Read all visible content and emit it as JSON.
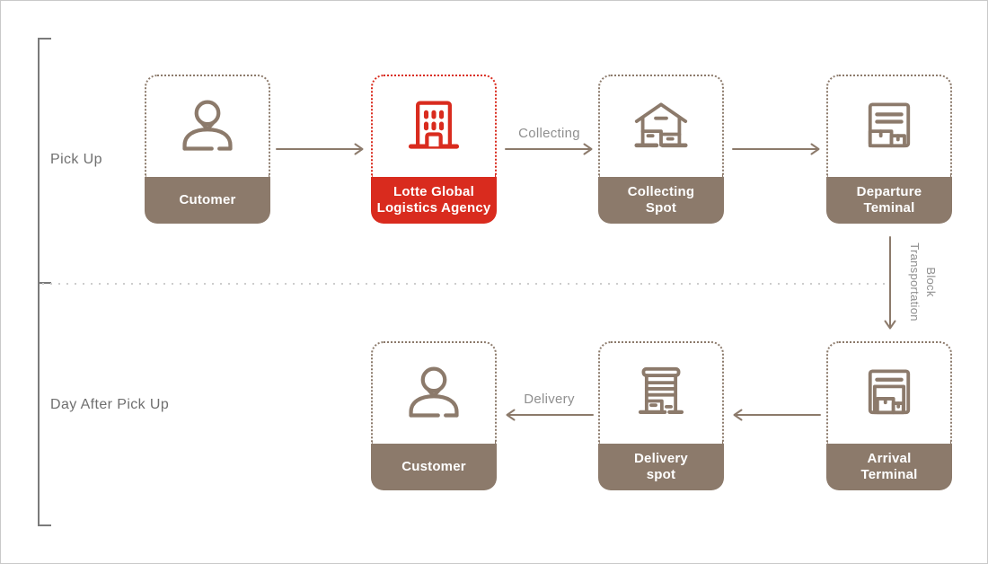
{
  "colors": {
    "taupe": "#8C7A6B",
    "red": "#D92B1E",
    "connector_label": "#8F8F8F",
    "side_label": "#6F6F6F",
    "bracket": "#7A7A7A",
    "divider": "#CDCDCD",
    "page_border": "#C9C9C9"
  },
  "row1": {
    "side_label": "Pick Up",
    "cards": [
      {
        "id": "customer-pickup",
        "icon": "person-icon",
        "variant": "taupe",
        "line1": "Cutomer"
      },
      {
        "id": "lotte-global-logistics-agency",
        "icon": "building-icon",
        "variant": "red",
        "line1": "Lotte Global",
        "line2": "Logistics Agency"
      },
      {
        "id": "collecting-spot",
        "icon": "collecting-spot-icon",
        "variant": "taupe",
        "line1": "Collecting",
        "line2": "Spot"
      },
      {
        "id": "departure-terminal",
        "icon": "departure-terminal-icon",
        "variant": "taupe",
        "line1": "Departure",
        "line2": "Teminal"
      }
    ]
  },
  "row2": {
    "side_label": "Day After Pick Up",
    "cards": [
      {
        "id": "customer-delivery",
        "icon": "person-icon",
        "variant": "taupe",
        "line1": "Customer"
      },
      {
        "id": "delivery-spot",
        "icon": "delivery-spot-icon",
        "variant": "taupe",
        "line1": "Delivery",
        "line2": "spot"
      },
      {
        "id": "arrival-terminal",
        "icon": "arrival-terminal-icon",
        "variant": "taupe",
        "line1": "Arrival",
        "line2": "Terminal"
      }
    ]
  },
  "connectors": {
    "collecting_label": "Collecting",
    "delivery_label": "Delivery",
    "block_transport_line1": "Block",
    "block_transport_line2": "Transportation"
  }
}
